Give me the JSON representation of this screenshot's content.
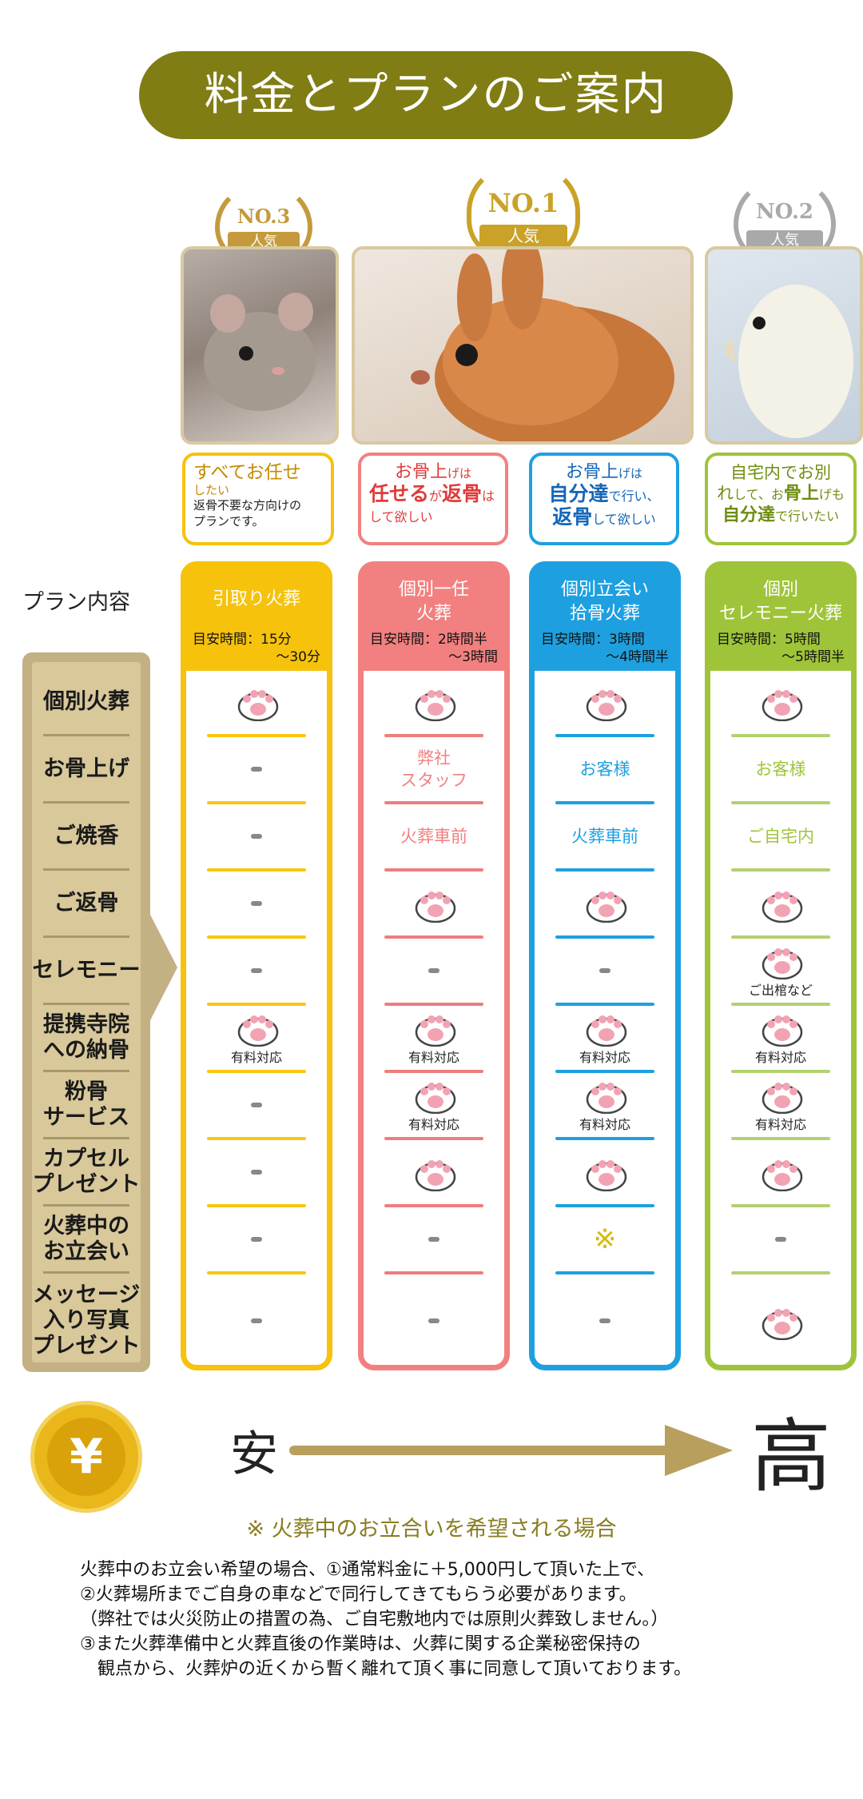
{
  "title": "料金とプランのご案内",
  "plan_label": "プラン内容",
  "badges": [
    {
      "no": "NO.3",
      "popular": "人気",
      "color": "#c49a3c"
    },
    {
      "no": "NO.1",
      "popular": "人気",
      "color": "#c9a227"
    },
    {
      "no": "NO.2",
      "popular": "人気",
      "color": "#a9a9a9"
    }
  ],
  "rows": [
    "個別火葬",
    "お骨上げ",
    "ご焼香",
    "ご返骨",
    "セレモニー",
    "提携寺院\nへの納骨",
    "粉骨\nサービス",
    "カプセル\nプレゼント",
    "火葬中の\nお立会い",
    "メッセージ\n入り写真\nプレゼント"
  ],
  "plans": [
    {
      "color": "#f6c20c",
      "light": "#f8c70f",
      "speech": {
        "l1": "すべてお任せ",
        "l2": "したい",
        "l3": "返骨不要な方向けの",
        "l4": "プランです。"
      },
      "name": "引取り火葬",
      "name2": "",
      "time1": "目安時間：15分",
      "time2": "～30分",
      "cells": [
        {
          "t": "paw"
        },
        {
          "t": "dash"
        },
        {
          "t": "dash"
        },
        {
          "t": "dash"
        },
        {
          "t": "dash"
        },
        {
          "t": "paw",
          "note": "有料対応"
        },
        {
          "t": "dash"
        },
        {
          "t": "dash"
        },
        {
          "t": "dash"
        },
        {
          "t": "dash"
        }
      ]
    },
    {
      "color": "#f28080",
      "light": "#ef7d7d",
      "speech": {
        "a1": "お骨上",
        "a2": "げは",
        "b1": "任せる",
        "b2": "が",
        "b3": "返骨",
        "b4": "は",
        "c1": "して欲しい"
      },
      "name": "個別一任",
      "name2": "火葬",
      "time1": "目安時間：2時間半",
      "time2": "～3時間",
      "cells": [
        {
          "t": "paw"
        },
        {
          "t": "text",
          "v": "弊社\nスタッフ"
        },
        {
          "t": "text",
          "v": "火葬車前"
        },
        {
          "t": "paw"
        },
        {
          "t": "dash"
        },
        {
          "t": "paw",
          "note": "有料対応"
        },
        {
          "t": "paw",
          "note": "有料対応"
        },
        {
          "t": "paw"
        },
        {
          "t": "dash"
        },
        {
          "t": "dash"
        }
      ]
    },
    {
      "color": "#1ea0e0",
      "light": "#1ea0e0",
      "speech": {
        "a1": "お骨上",
        "a2": "げは",
        "b1": "自分達",
        "b2": "で行い、",
        "c1": "返骨",
        "c2": "して欲しい"
      },
      "name": "個別立会い",
      "name2": "拾骨火葬",
      "time1": "目安時間：3時間",
      "time2": "～4時間半",
      "cells": [
        {
          "t": "paw"
        },
        {
          "t": "text",
          "v": "お客様"
        },
        {
          "t": "text",
          "v": "火葬車前"
        },
        {
          "t": "paw"
        },
        {
          "t": "dash"
        },
        {
          "t": "paw",
          "note": "有料対応"
        },
        {
          "t": "paw",
          "note": "有料対応"
        },
        {
          "t": "paw"
        },
        {
          "t": "mark",
          "v": "※"
        },
        {
          "t": "dash"
        }
      ]
    },
    {
      "color": "#9fc43a",
      "light": "#b4d072",
      "speech": {
        "a1": "自宅内でお別",
        "b1": "れ",
        "b2": "して、お",
        "b3": "骨上",
        "b4": "げも",
        "c1": "自分達",
        "c2": "で行いたい"
      },
      "name": "個別",
      "name2": "セレモニー火葬",
      "time1": "目安時間：5時間",
      "time2": "～5時間半",
      "cells": [
        {
          "t": "paw"
        },
        {
          "t": "text",
          "v": "お客様"
        },
        {
          "t": "text",
          "v": "ご自宅内"
        },
        {
          "t": "paw"
        },
        {
          "t": "paw",
          "note": "ご出棺など"
        },
        {
          "t": "paw",
          "note": "有料対応"
        },
        {
          "t": "paw",
          "note": "有料対応"
        },
        {
          "t": "paw"
        },
        {
          "t": "dash"
        },
        {
          "t": "paw"
        }
      ]
    }
  ],
  "price": {
    "yen": "¥",
    "low": "安",
    "high": "高"
  },
  "note_title": "※ 火葬中のお立合いを希望される場合",
  "note_body": "火葬中のお立会い希望の場合、①通常料金に＋5,000円して頂いた上で、\n②火葬場所までご自身の車などで同行してきてもらう必要があります。\n（弊社では火災防止の措置の為、ご自宅敷地内では原則火葬致しません。）\n③また火葬準備中と火葬直後の作業時は、火葬に関する企業秘密保持の\n　観点から、火葬炉の近くから暫く離れて頂く事に同意して頂いております。"
}
